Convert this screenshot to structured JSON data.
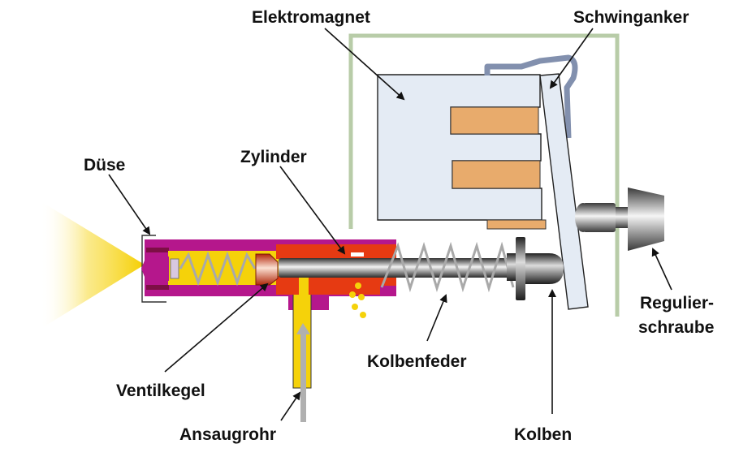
{
  "diagram": {
    "title": "Schwingankerpumpe",
    "labels": {
      "elektromagnet": "Elektromagnet",
      "schwinganker": "Schwinganker",
      "duese": "Düse",
      "zylinder": "Zylinder",
      "regulierschraube_line1": "Regulier-",
      "regulierschraube_line2": "schraube",
      "ventilkegel": "Ventilkegel",
      "kolbenfeder": "Kolbenfeder",
      "ansaugrohr": "Ansaugrohr",
      "kolben": "Kolben"
    },
    "colors": {
      "frame": "#b8cca8",
      "magnet_core": "#e4ebf4",
      "coil": "#e8ab6c",
      "housing_magenta": "#b5178c",
      "housing_dark": "#7d0f45",
      "cylinder_red": "#e63a12",
      "fuel_yellow": "#f5d20a",
      "spray_yellow": "#f7d21c",
      "spring_gray": "#a9a9a9",
      "steel_dark": "#3a3a3a",
      "spring_clip": "#8290ae",
      "arrow_gray": "#b0b0b0"
    }
  }
}
